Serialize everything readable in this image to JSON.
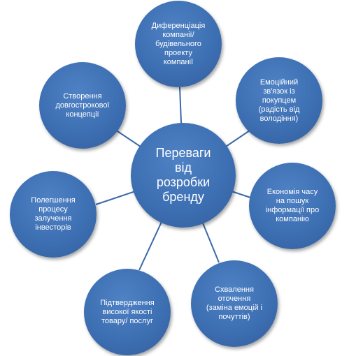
{
  "center": {
    "label": "Переваги\nвід\nрозробки\nбренду"
  },
  "nodes": {
    "top": "Диференціація\nкомпанії/\nбудівельного\nпроекту\nкомпанії",
    "top_right": "Емоційний\nзв'язок із\nпокупцем\n(радість від\nволодіння)",
    "right": "Економія часу\nна пошук\nінформації про\nкомпанію",
    "bottom_right": "Схвалення\nоточення\n(заміна емоцій і\nпочуттів)",
    "bottom_left": "Підтвердження\nвисокої якості\nтовару/ послуг",
    "left": "Полегшення\nпроцесу\nзалучення\nінвесторів",
    "top_left": "Створення\nдовгострокової\nконцепції"
  },
  "colors": {
    "node_fill": "#3d6fb3",
    "connector": "#3a6aa8",
    "text": "#ffffff"
  }
}
